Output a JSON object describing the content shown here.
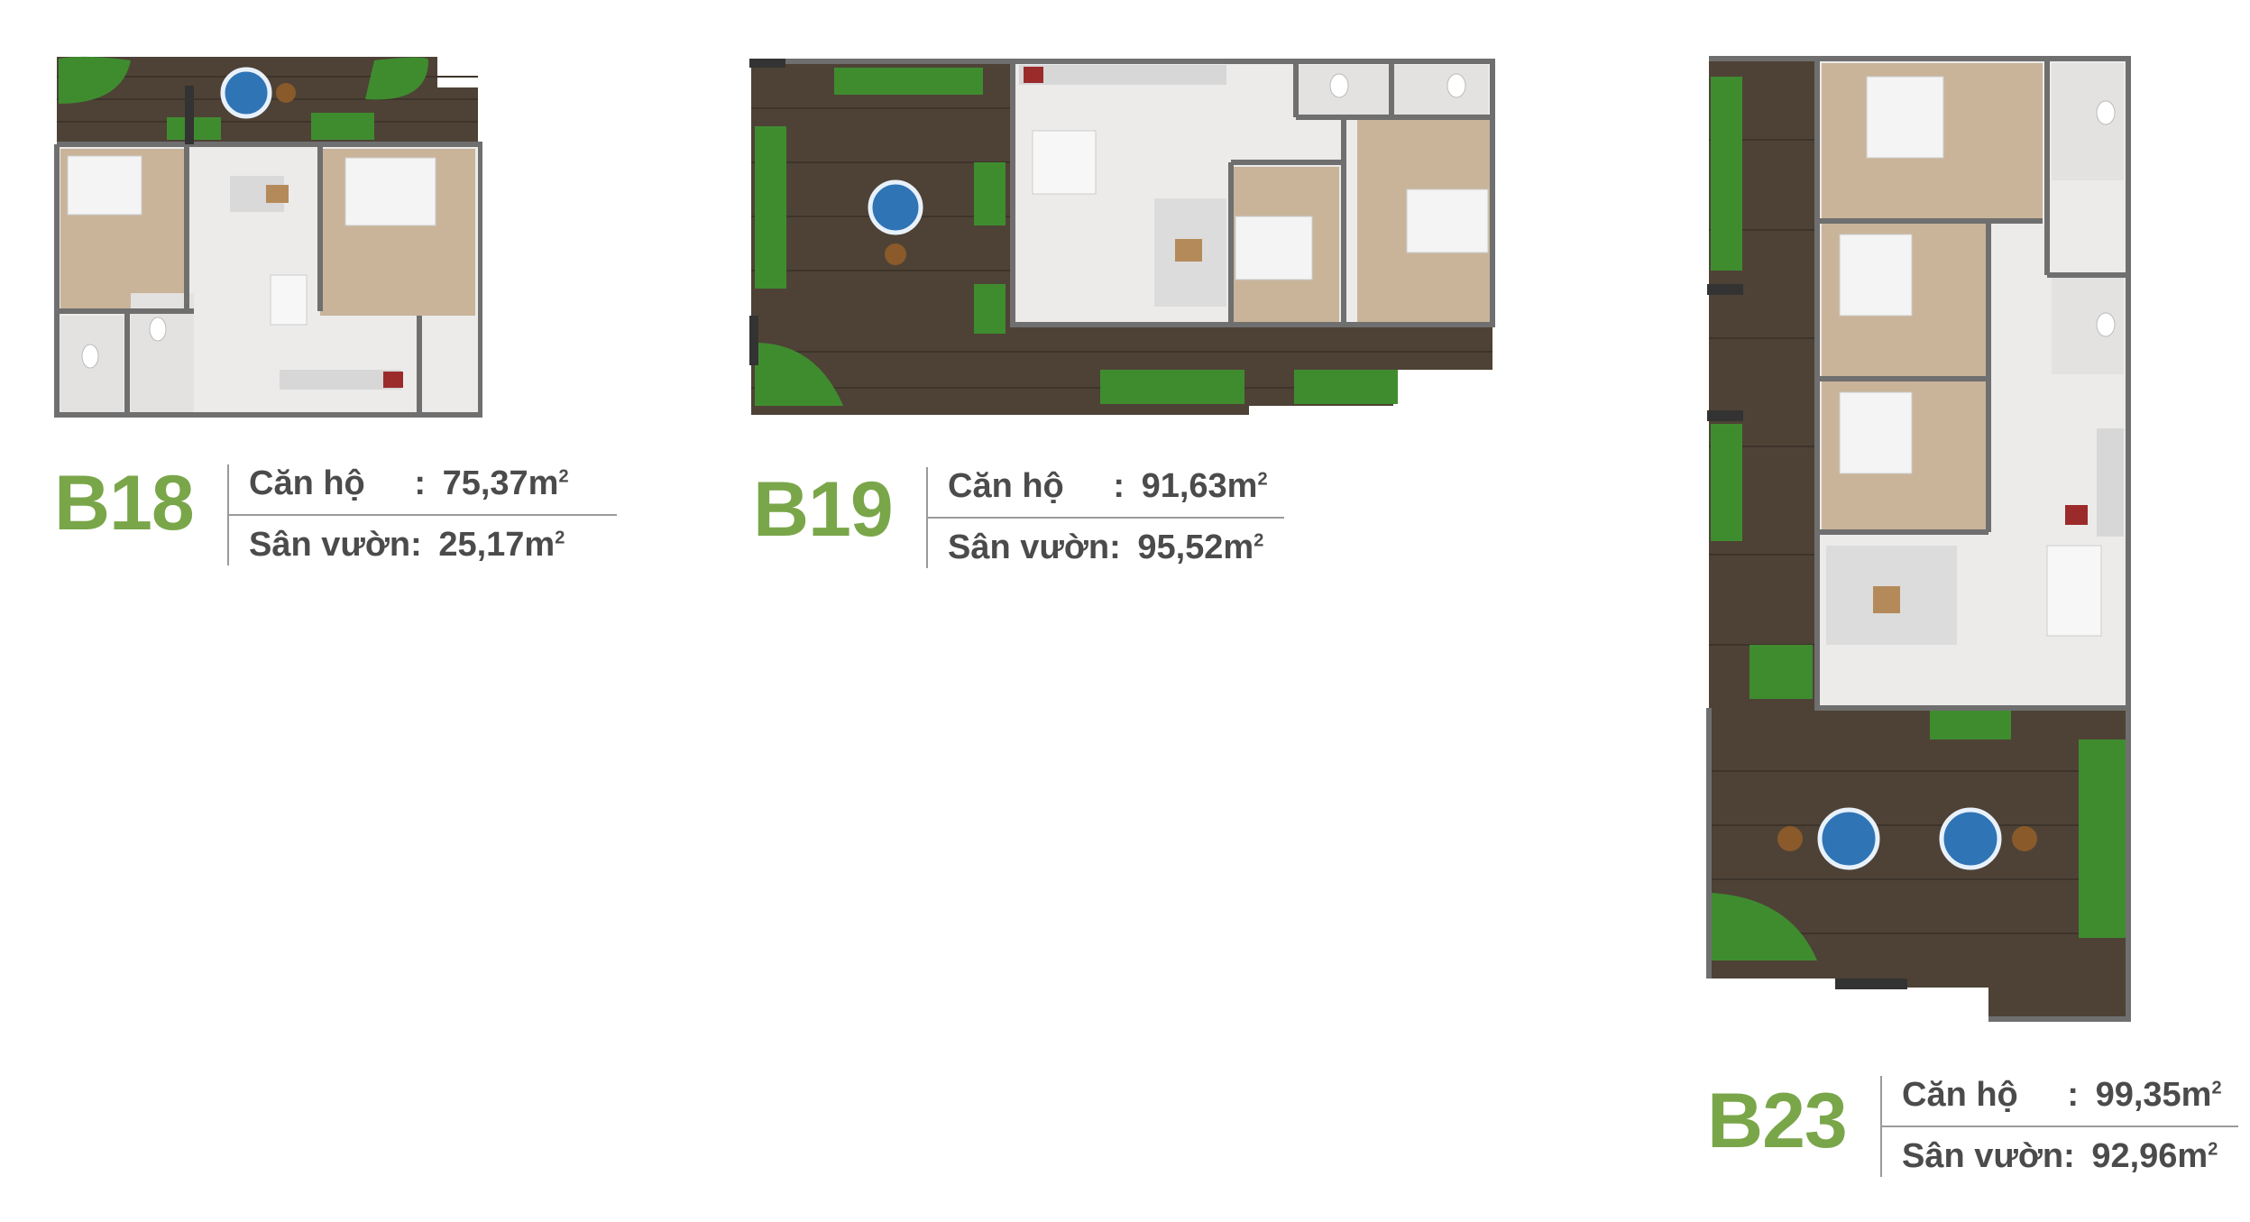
{
  "units": [
    {
      "code": "B18",
      "apartment_label": "Căn hộ",
      "apartment_sep": ":",
      "apartment_area": "75,37m",
      "garden_label": "Sân vườn:",
      "garden_area": "25,17m",
      "unit_sup": "2"
    },
    {
      "code": "B19",
      "apartment_label": "Căn hộ",
      "apartment_sep": ":",
      "apartment_area": "91,63m",
      "garden_label": "Sân vườn:",
      "garden_area": "95,52m",
      "unit_sup": "2"
    },
    {
      "code": "B23",
      "apartment_label": "Căn hộ",
      "apartment_sep": ":",
      "apartment_area": "99,35m",
      "garden_label": "Sân vườn:",
      "garden_area": "92,96m",
      "unit_sup": "2"
    }
  ],
  "colors": {
    "accent_green": "#7aa64a",
    "text_gray": "#4b4b4b",
    "wall": "#6f6f6f",
    "deck_wood": "#4e4236",
    "floor_light": "#ecebea",
    "floor_wood": "#c9b49a",
    "plant": "#3f8c2f",
    "umbrella": "#2f74b5"
  }
}
